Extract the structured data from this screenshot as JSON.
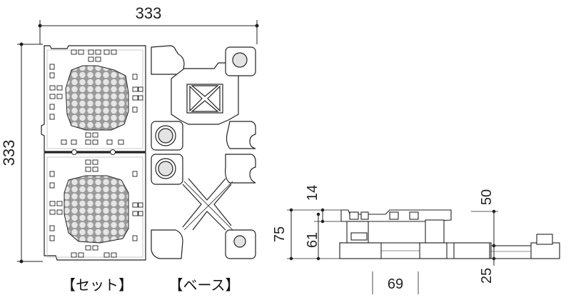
{
  "dimensions": {
    "overall_width": "333",
    "overall_height": "333",
    "side_total_height": "75",
    "side_upper": "14",
    "side_middle": "61",
    "side_base_width": "69",
    "right_upper": "50",
    "right_lower": "25"
  },
  "labels": {
    "set_caption": "【セット】",
    "base_caption": "【ベース】"
  },
  "colors": {
    "line": "#222222",
    "fill": "#ffffff",
    "shade": "#e3e3e3",
    "honeycomb": "#d9d9d9"
  }
}
